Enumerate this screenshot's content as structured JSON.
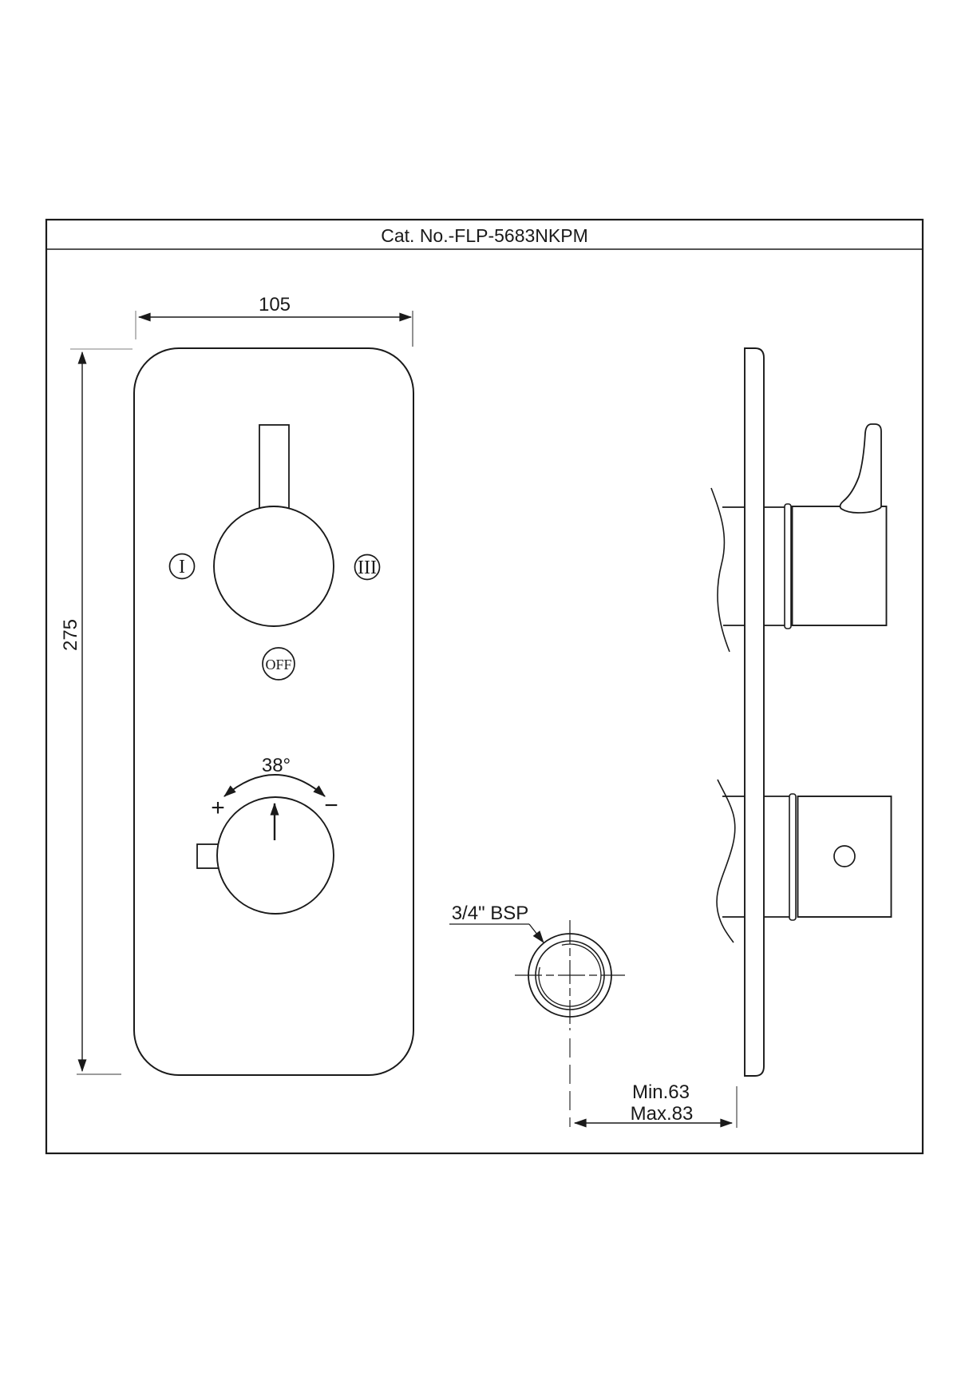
{
  "drawing": {
    "title": "Cat. No.-FLP-5683NKPM",
    "front_view": {
      "width_dim": "105",
      "height_dim": "275",
      "position_left": "I",
      "position_right": "III",
      "position_off": "OFF",
      "temp_angle": "38°",
      "hotter": "+",
      "colder": "−"
    },
    "side_view": {
      "connection": "3/4\" BSP",
      "depth_min": "Min.63",
      "depth_max": "Max.83"
    },
    "colors": {
      "line": "#1a1a1a",
      "background": "#ffffff"
    }
  }
}
